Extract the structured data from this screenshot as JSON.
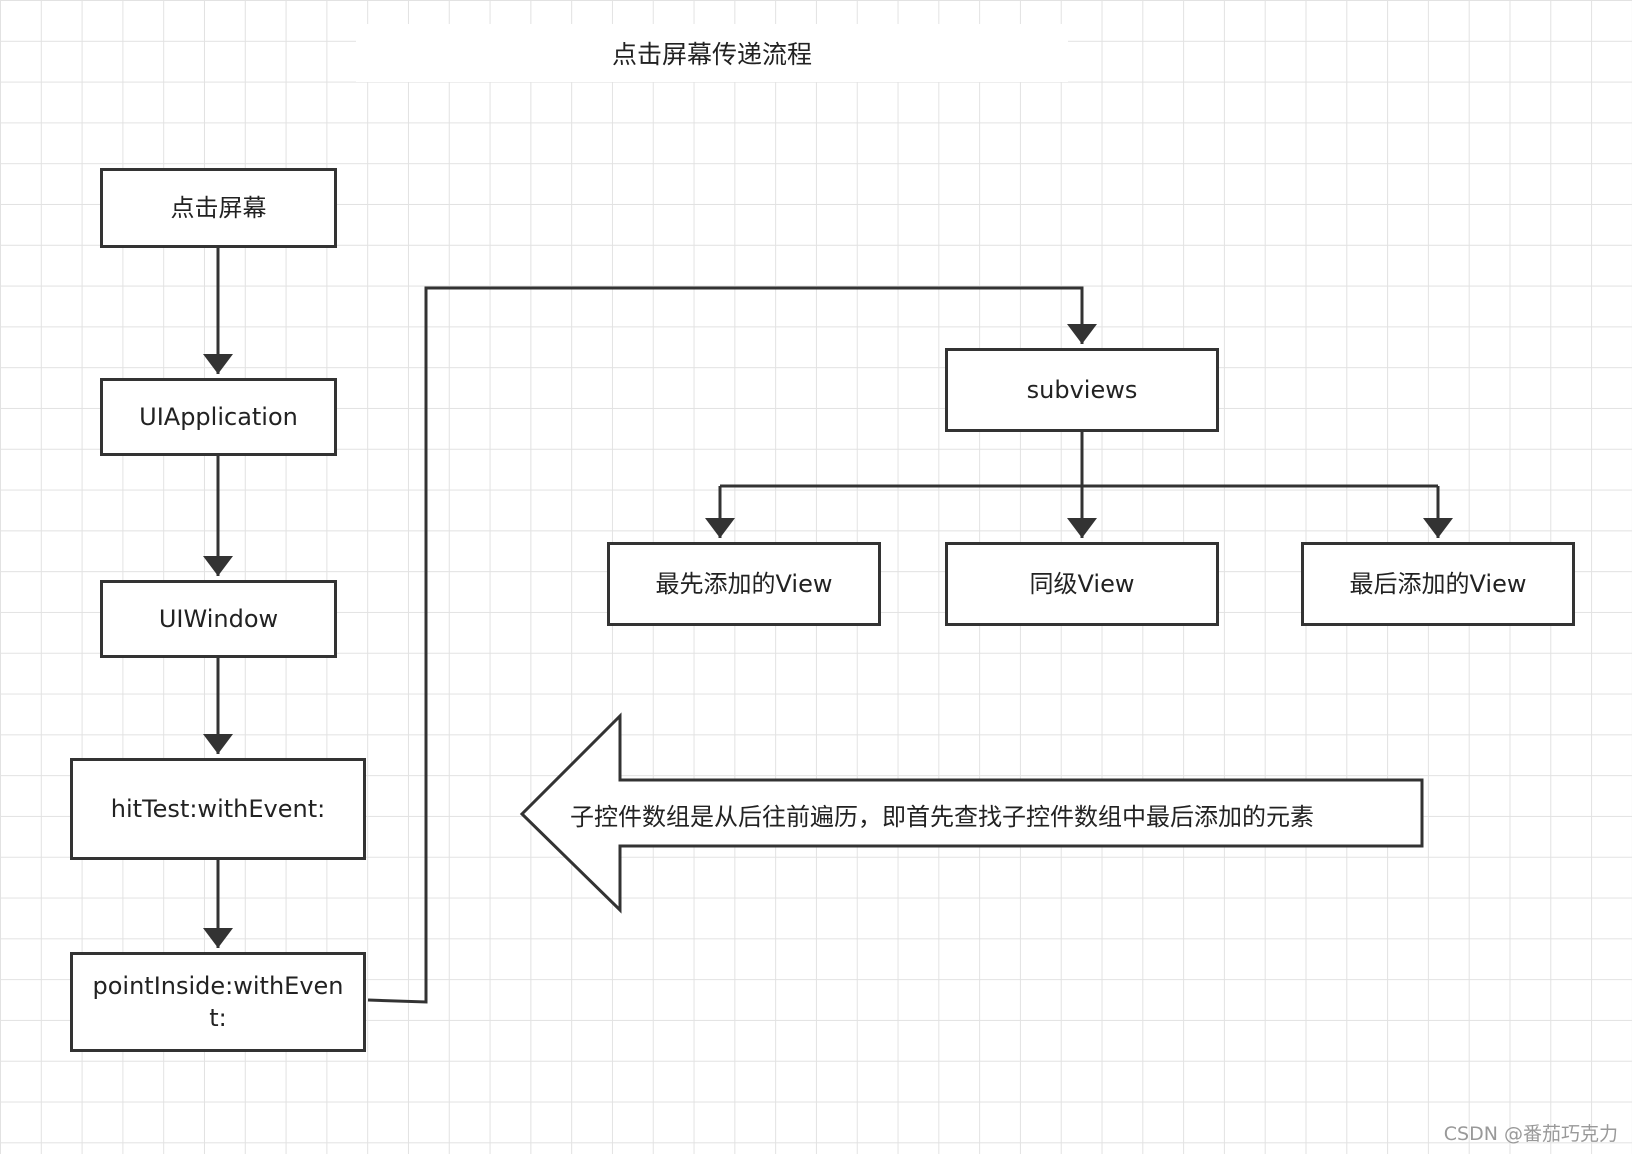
{
  "title": "点击屏幕传递流程",
  "nodes": {
    "tap": "点击屏幕",
    "uiapplication": "UIApplication",
    "uiwindow": "UIWindow",
    "hittest": "hitTest:withEvent:",
    "pointinside": "pointInside:withEvent:",
    "subviews": "subviews",
    "first_added": "最先添加的View",
    "sibling": "同级View",
    "last_added": "最后添加的View"
  },
  "note": "子控件数组是从后往前遍历，即首先查找子控件数组中最后添加的元素",
  "watermark": "CSDN @番茄巧克力",
  "colors": {
    "line": "#333333",
    "grid": "#e2e2e2",
    "background": "#ffffff"
  }
}
